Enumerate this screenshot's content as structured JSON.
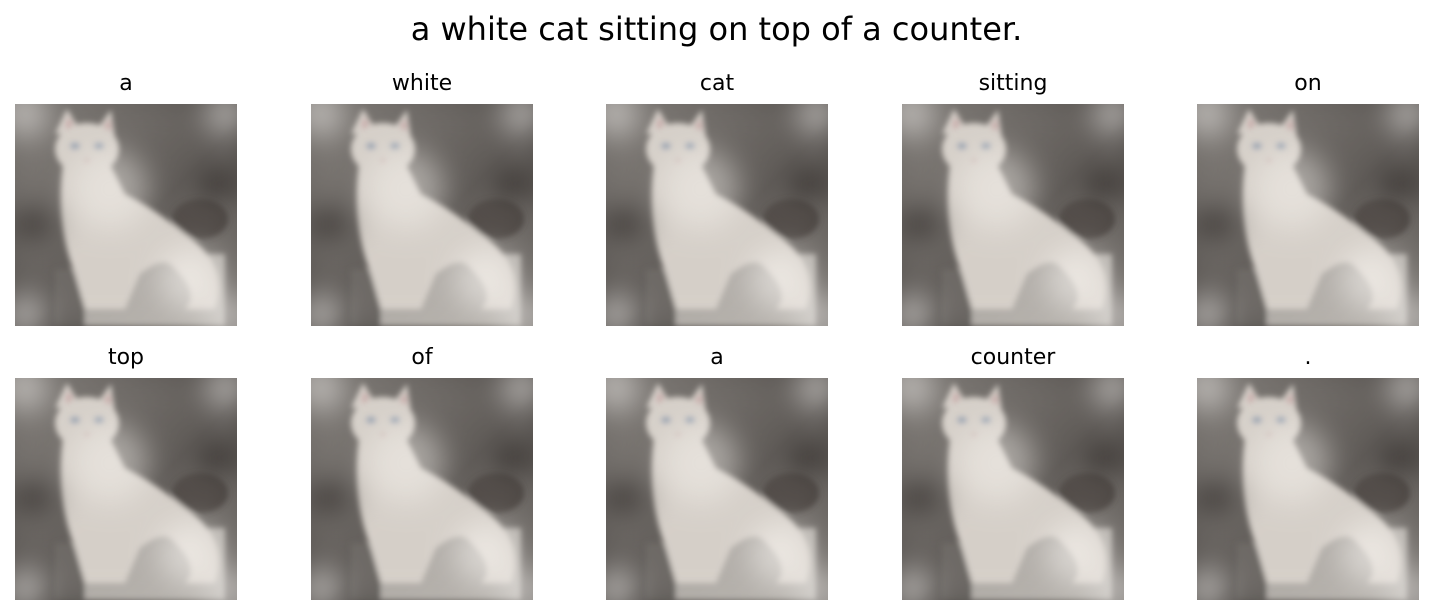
{
  "figure": {
    "caption": "a white cat sitting on top of a counter."
  },
  "panels": [
    {
      "word": "a"
    },
    {
      "word": "white"
    },
    {
      "word": "cat"
    },
    {
      "word": "sitting"
    },
    {
      "word": "on"
    },
    {
      "word": "top"
    },
    {
      "word": "of"
    },
    {
      "word": "a"
    },
    {
      "word": "counter"
    },
    {
      "word": "."
    }
  ],
  "colors": {
    "background_dark": "#4a4643",
    "background_mid": "#7a7672",
    "cat_fur": "#dcd6cf",
    "cat_ear_inner": "#c9a2a3",
    "cat_eye": "#8e9eb2",
    "counter": "#cfcbc6"
  }
}
